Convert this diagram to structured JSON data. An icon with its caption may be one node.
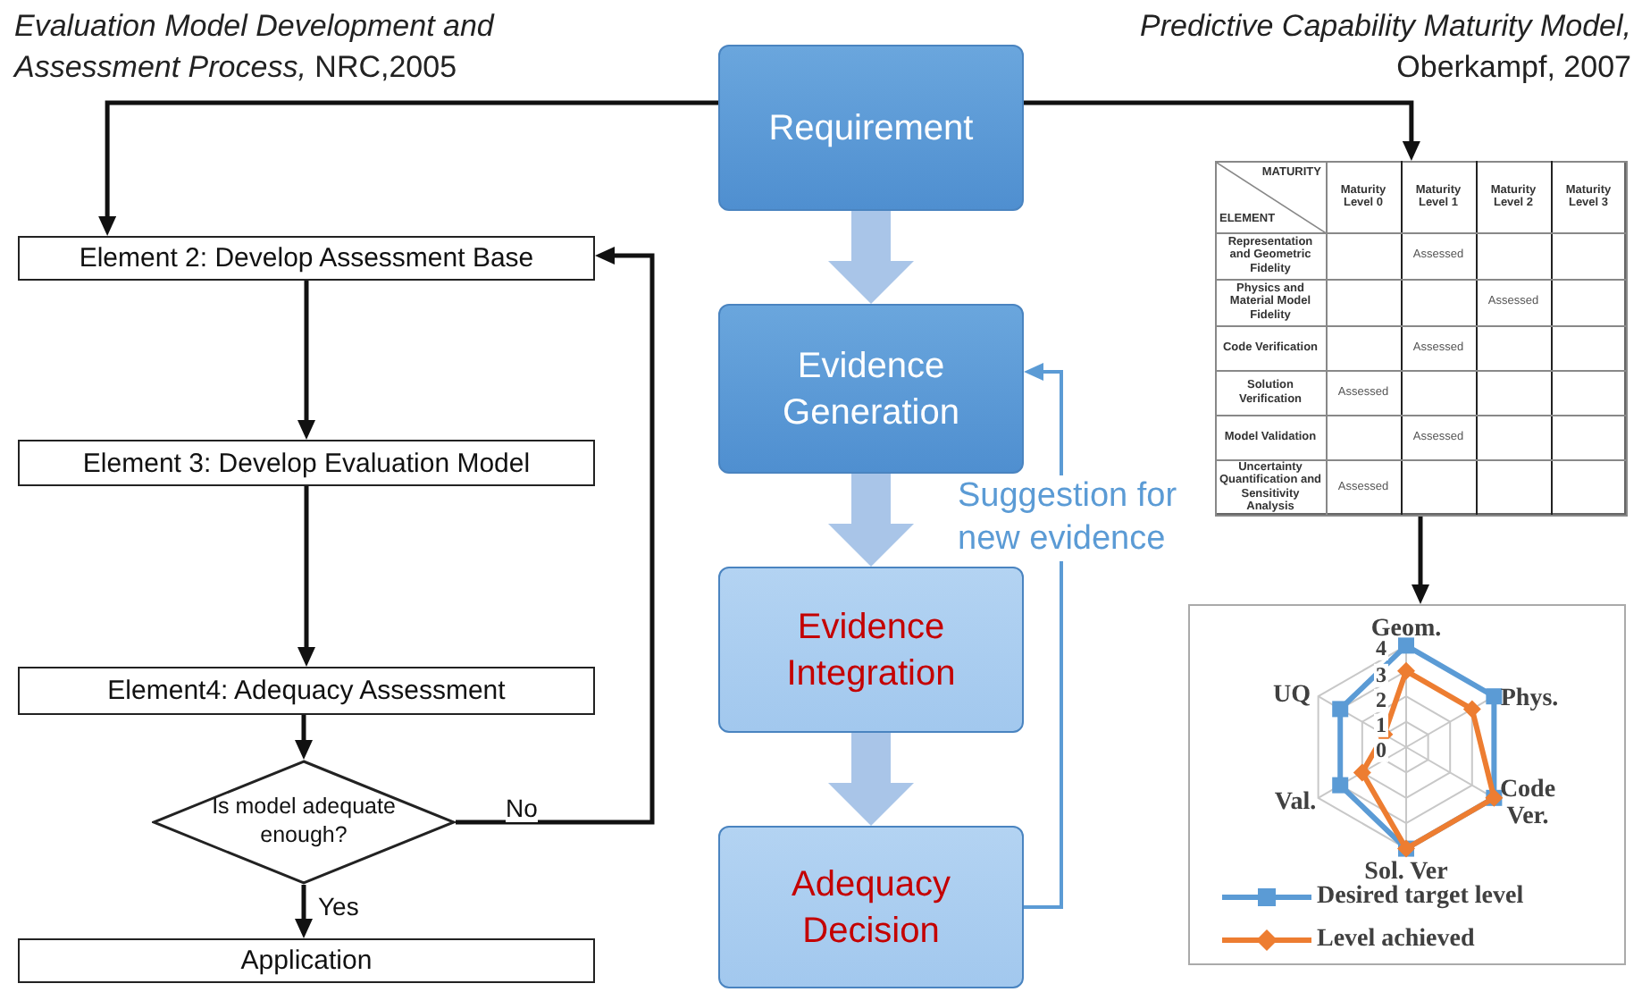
{
  "diagram": {
    "nodes": [
      {
        "text": [
          "Requirement"
        ]
      },
      {
        "text": [
          "Evidence Generation"
        ]
      },
      {
        "text": [
          "Evidence Integration"
        ]
      },
      {
        "text": [
          "Adequacy Decision"
        ]
      },
      {
        "text": [
          "Element 2: Develop Assessment Base"
        ]
      },
      {
        "text": [
          "Element 3: Develop Evaluation Model"
        ]
      },
      {
        "text": [
          "Element4: Adequacy Assessment"
        ]
      },
      {
        "text": [
          "Is model adequate enough?"
        ]
      },
      {
        "text": [
          "Application"
        ]
      },
      {
        "text": [],
        "shape": "box"
      },
      {
        "text": [],
        "shape": "picture"
      }
    ],
    "edges": [
      {
        "from": 0,
        "to": 4,
        "arrow": "to"
      },
      {
        "from": 0,
        "to": 9,
        "arrow": "to"
      },
      {
        "from": 0,
        "to": 1,
        "arrow": "to",
        "style": "thick",
        "color": "#a9c5e8"
      },
      {
        "from": 1,
        "to": 2,
        "arrow": "to",
        "style": "thick",
        "color": "#a9c5e8"
      },
      {
        "from": 2,
        "to": 3,
        "arrow": "to",
        "style": "thick",
        "color": "#a9c5e8"
      },
      {
        "from": 3,
        "to": 1,
        "arrow": "to",
        "label": "Suggestion for new evidence",
        "color": "#5b9bd5"
      },
      {
        "from": 4,
        "to": 5,
        "arrow": "to"
      },
      {
        "from": 5,
        "to": 6,
        "arrow": "to"
      },
      {
        "from": 6,
        "to": 7,
        "arrow": "to"
      },
      {
        "from": 7,
        "to": 8,
        "arrow": "to",
        "label": "Yes"
      },
      {
        "from": 7,
        "to": 4,
        "arrow": "to",
        "label": "No"
      },
      {
        "from": 9,
        "to": 10,
        "arrow": "to"
      }
    ],
    "labels": [
      "*Evaluation Model Development and Assessment Process,* NRC,2005",
      "*Predictive Capability Maturity Model,* Oberkampf, 2007",
      "MATURITY",
      "ELEMENT",
      "Maturity Level 0",
      "Maturity Level 1",
      "Maturity Level 2",
      "Maturity Level 3",
      "Representation and Geometric Fidelity",
      "Assessed",
      "Physics and Material Model Fidelity",
      "Assessed",
      "Code Verification",
      "Assessed",
      "Solution Verification",
      "Assessed",
      "Model Validation",
      "Assessed",
      "Uncertainty Quantification and Sensitivity Analysis",
      "Assessed",
      "Geom.",
      "4",
      "3",
      "2",
      "1",
      "0",
      "UQ",
      "Phys.",
      "Code Ver.",
      "Val.",
      "Sol. Ver"
    ],
    "legend": [
      {
        "text": "Desired target level"
      },
      {
        "text": "Level achieved"
      }
    ]
  }
}
